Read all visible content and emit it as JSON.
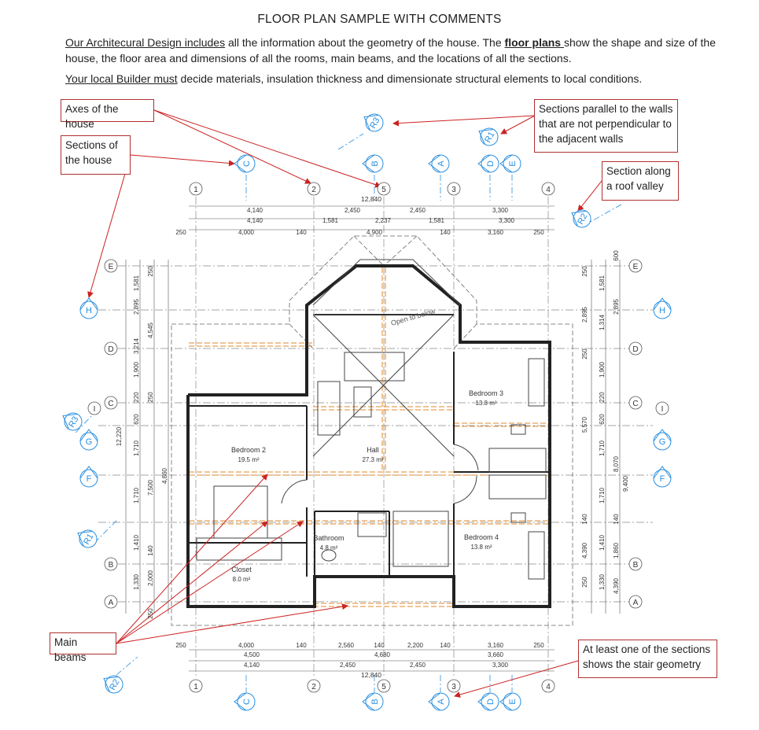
{
  "header": {
    "title": "FLOOR PLAN SAMPLE WITH COMMENTS",
    "p1_u": "Our Architecural Design includes",
    "p1_a": " all the information about the geometry of the house. The ",
    "p1_b": "floor plans ",
    "p1_c": "show the shape and size of the house, the floor area and dimensions of all the rooms, main beams, and the locations of all the sections.",
    "p2_u": "Your local Builder must",
    "p2_a": " decide materials, insulation thickness and dimensionate structural elements to local conditions."
  },
  "callouts": {
    "axes": "Axes of the house",
    "sections": "Sections of the house",
    "parallel": "Sections parallel to the walls that are not perpendicular to the adjacent walls",
    "valley": "Section  along a roof valley",
    "beams": "Main beams",
    "stair": "At least one of the sections shows the stair geometry"
  },
  "axes_numbers": [
    "1",
    "2",
    "5",
    "3",
    "4"
  ],
  "axes_letters_left": [
    "E",
    "D",
    "C",
    "B",
    "A"
  ],
  "axes_letters_right": [
    "E",
    "D",
    "C",
    "B",
    "A"
  ],
  "section_markers": {
    "vertical_top": [
      "C",
      "B",
      "A",
      "D",
      "E"
    ],
    "vertical_bottom": [
      "C",
      "B",
      "A",
      "D",
      "E"
    ],
    "horizontal_left": [
      "H",
      "G",
      "F"
    ],
    "horizontal_right": [
      "H",
      "G",
      "F"
    ],
    "rotated": [
      "R3",
      "R1",
      "R2",
      "R3",
      "R1",
      "R2"
    ],
    "extra_axis": "I"
  },
  "dims_top": {
    "overall": "12,840",
    "row1": [
      "4,140",
      "2,450",
      "2,450",
      "3,300"
    ],
    "row2": [
      "4,140",
      "1,581",
      "2,237",
      "1,581",
      "3,300"
    ],
    "row3": [
      "250",
      "4,000",
      "140",
      "4,900",
      "140",
      "3,160",
      "250"
    ]
  },
  "dims_bottom": {
    "overall": "12,840",
    "row1": [
      "250",
      "4,000",
      "140",
      "2,560",
      "140",
      "2,200",
      "140",
      "3,160",
      "250"
    ],
    "row2": [
      "4,500",
      "4,680",
      "3,660"
    ],
    "row3": [
      "4,140",
      "2,450",
      "2,450",
      "3,300"
    ]
  },
  "dims_left": {
    "overall": "12,220",
    "col1": [
      "1,581",
      "2,895",
      "3,214",
      "1,900",
      "220",
      "620",
      "1,710",
      "1,710",
      "1,410",
      "1,330"
    ],
    "col2": [
      "250",
      "4,545",
      "250",
      "7,500",
      "140",
      "2,000",
      "250"
    ],
    "col3": [
      "4,860"
    ]
  },
  "dims_right": {
    "overall": "9,400",
    "col1": [
      "250",
      "2,895",
      "250",
      "5,570",
      "140",
      "4,390",
      "250"
    ],
    "col2": [
      "1,581",
      "1,314",
      "1,900",
      "220",
      "620",
      "1,710",
      "1,710",
      "1,410",
      "1,330"
    ],
    "col3": [
      "600",
      "2,895",
      "8,070",
      "140",
      "1,860",
      "4,390"
    ]
  },
  "rooms": [
    {
      "name": "Bedroom 2",
      "area": "19.5 m²"
    },
    {
      "name": "Hall",
      "area": "27.3 m²"
    },
    {
      "name": "Bedroom 3",
      "area": "13.8 m²"
    },
    {
      "name": "Bedroom 4",
      "area": "13.8 m²"
    },
    {
      "name": "Bathroom",
      "area": "4.8 m²"
    },
    {
      "name": "Closet",
      "area": "8.0 m²"
    }
  ],
  "open_label": "Open to below",
  "colors": {
    "axis_blue": "#2a8fe0",
    "callout_red": "#cc2222",
    "beam_orange": "#e08a2a",
    "wall": "#222222"
  }
}
